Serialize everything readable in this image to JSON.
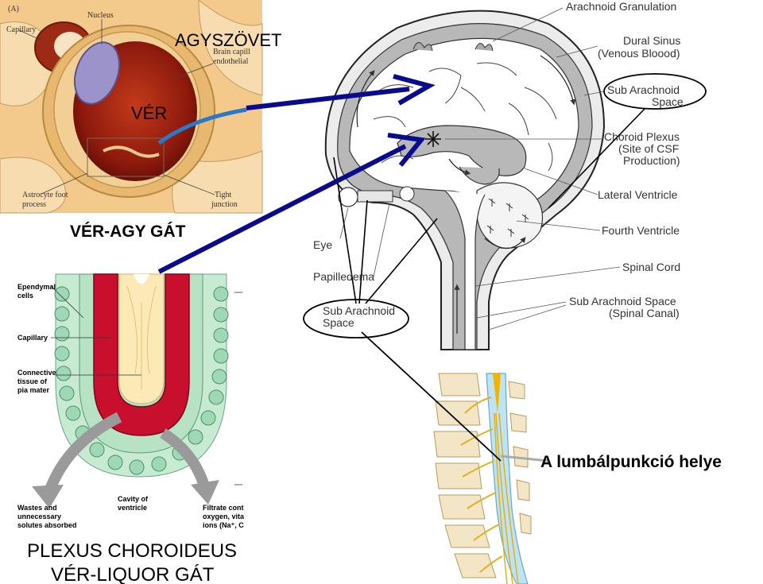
{
  "top_left_panel": {
    "panel_tag": "(A)",
    "capillary": "Capillary",
    "nucleus": "Nucleus",
    "brain_capill_1": "Brain capill",
    "brain_capill_2": "endothelial",
    "agyszovet": "AGYSZÖVET",
    "ver": "VÉR",
    "astrocyte_1": "Astrocyte foot",
    "astrocyte_2": "process",
    "tight_1": "Tight",
    "tight_2": "junction",
    "bbb": "VÉR-AGY GÁT"
  },
  "brain_panel": {
    "arachnoid_granulation": "Arachnoid Granulation",
    "dural_sinus_1": "Dural Sinus",
    "dural_sinus_2": "(Venous Bloood)",
    "sub_arachnoid_1": "Sub Arachnoid",
    "sub_arachnoid_2": "Space",
    "choroid_1": "Choroid Plexus",
    "choroid_2": "(Site of CSF",
    "choroid_3": "Production)",
    "lateral_ventricle": "Lateral Ventricle",
    "fourth_ventricle": "Fourth Ventricle",
    "spinal_cord": "Spinal Cord",
    "sas_spinal_1": "Sub Arachnoid Space",
    "sas_spinal_2": "(Spinal Canal)",
    "eye": "Eye",
    "papilledema": "Papilledema",
    "sas_lower_1": "Sub Arachnoid",
    "sas_lower_2": "Space"
  },
  "plexus_panel": {
    "ependymal_1": "Ependymal",
    "ependymal_2": "cells",
    "capillary": "Capillary",
    "connective_1": "Connective",
    "connective_2": "tissue of",
    "connective_3": "pia mater",
    "cavity_1": "Cavity of",
    "cavity_2": "ventricle",
    "wastes_1": "Wastes and",
    "wastes_2": "unnecessary",
    "wastes_3": "solutes absorbed",
    "filtrate_1": "Filtrate cont",
    "filtrate_2": "oxygen, vita",
    "filtrate_3": "ions (Na⁺, C",
    "title_1": "PLEXUS CHOROIDEUS",
    "title_2": "VÉR-LIQUOR GÁT"
  },
  "spine_panel": {
    "lumbar": "A lumbálpunkció helye"
  },
  "colors": {
    "arrow_blue": "#0a0a8c",
    "blood_red": "#c8102e",
    "tissue_tan": "#f2c98a",
    "ependymal_green": "#9fd8b4",
    "csf_gray": "#b8b8b8"
  }
}
